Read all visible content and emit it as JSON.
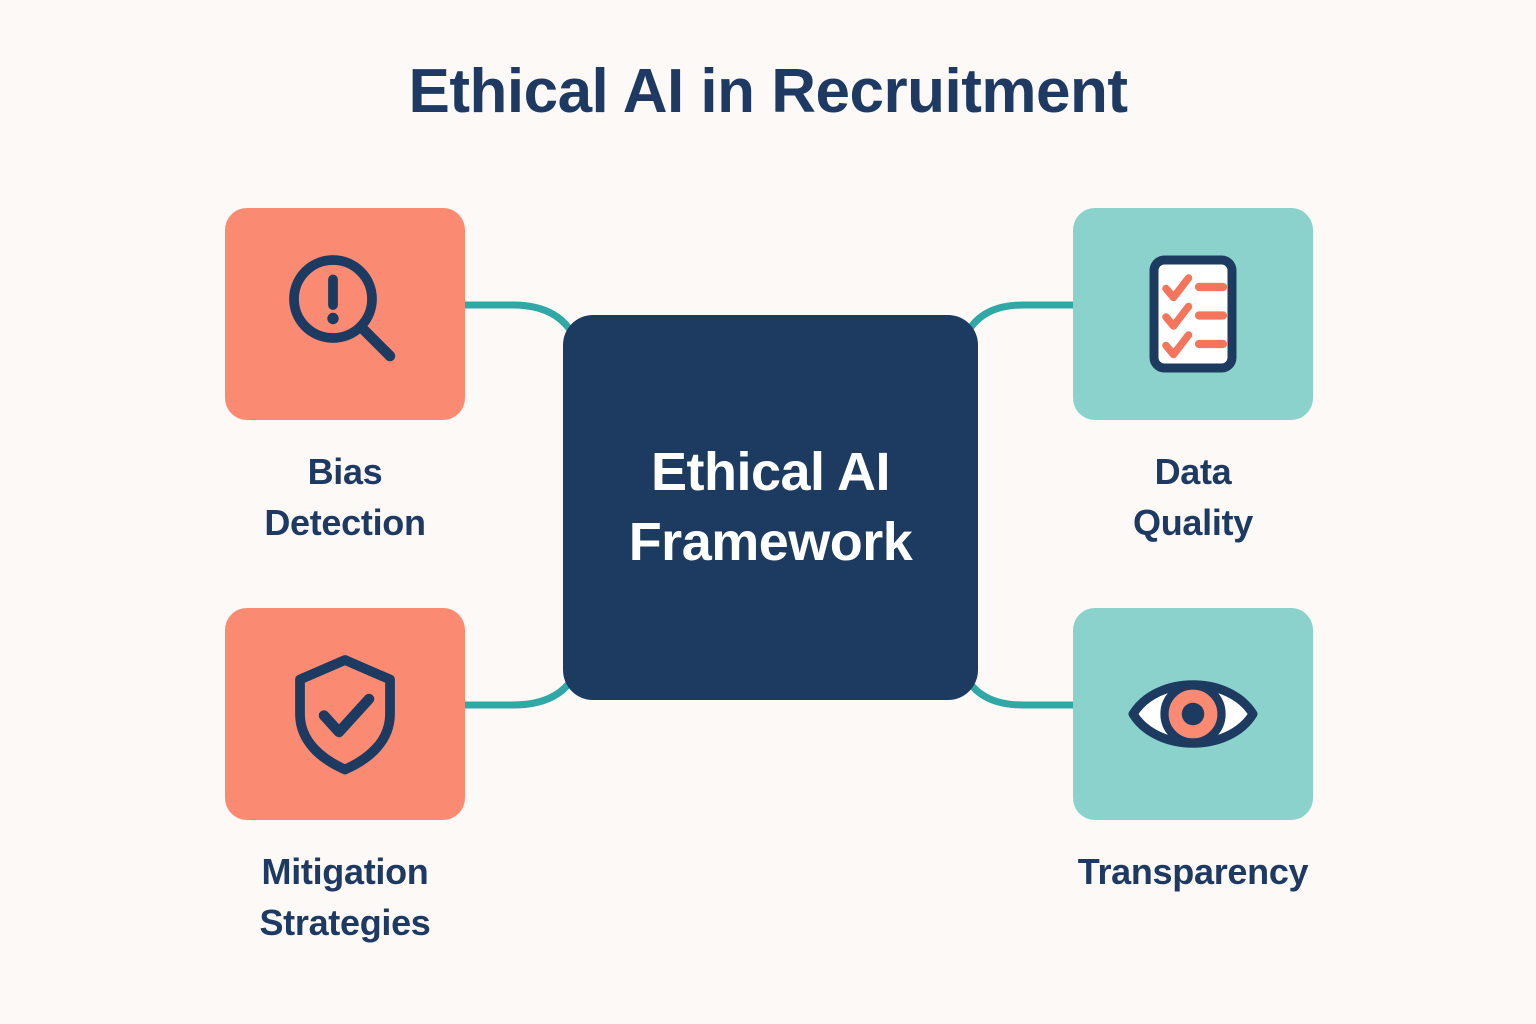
{
  "page": {
    "title": "Ethical AI in Recruitment",
    "background_color": "#fcf9f7"
  },
  "colors": {
    "navy": "#1d3a61",
    "coral": "#fb8a72",
    "teal": "#8bd2cd",
    "connector_teal": "#2fa8a6",
    "white": "#ffffff"
  },
  "hub": {
    "label": "Ethical AI\nFramework",
    "color": "#1d3a61",
    "text_color": "#ffffff"
  },
  "nodes": [
    {
      "id": "bias-detection",
      "label": "Bias\nDetection",
      "icon": "magnifier-alert-icon",
      "tile_color": "#fb8a72",
      "side": "left",
      "row": "top"
    },
    {
      "id": "mitigation-strategies",
      "label": "Mitigation\nStrategies",
      "icon": "shield-check-icon",
      "tile_color": "#fb8a72",
      "side": "left",
      "row": "bottom"
    },
    {
      "id": "data-quality",
      "label": "Data\nQuality",
      "icon": "checklist-clipboard-icon",
      "tile_color": "#8bd2cd",
      "side": "right",
      "row": "top"
    },
    {
      "id": "transparency",
      "label": "Transparency",
      "icon": "eye-icon",
      "tile_color": "#8bd2cd",
      "side": "right",
      "row": "bottom"
    }
  ],
  "connectors": [
    {
      "from": "bias-detection",
      "to": "hub"
    },
    {
      "from": "mitigation-strategies",
      "to": "hub"
    },
    {
      "from": "data-quality",
      "to": "hub"
    },
    {
      "from": "transparency",
      "to": "hub"
    }
  ]
}
